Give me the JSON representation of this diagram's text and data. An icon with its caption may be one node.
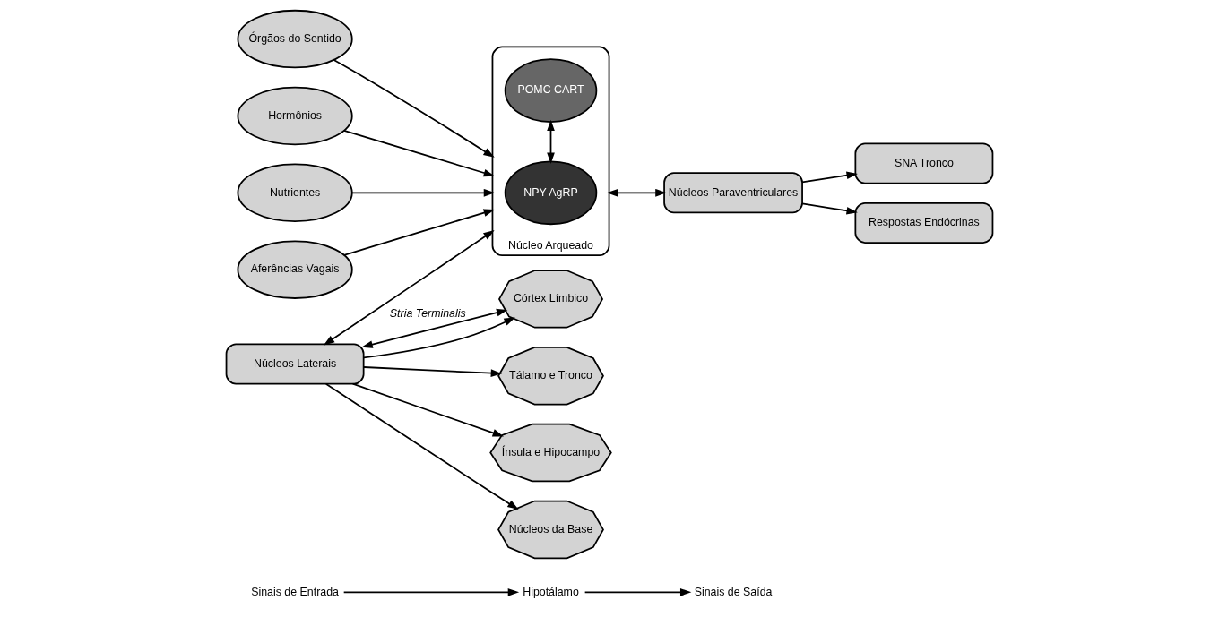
{
  "diagram": {
    "nodes": [
      {
        "text": [
          "Sinais de Entrada"
        ]
      },
      {
        "text": [
          "Hipotálamo"
        ]
      },
      {
        "text": [
          "Sinais de Saída"
        ]
      },
      {
        "text": [
          "Órgãos do Sentido"
        ]
      },
      {
        "text": [
          "Hormônios"
        ]
      },
      {
        "text": [
          "Nutrientes"
        ]
      },
      {
        "text": [
          "Aferências Vagais"
        ]
      },
      {
        "text": [
          "Núcleos Laterais"
        ]
      },
      {
        "text": [
          "Núcleo Arqueado"
        ]
      },
      {
        "text": [
          "NPY AgRP"
        ],
        "in": 8
      },
      {
        "text": [
          "POMC CART"
        ],
        "in": 8
      },
      {
        "text": [
          "Núcleos Paraventriculares"
        ]
      },
      {
        "text": [
          "SNA Tronco"
        ]
      },
      {
        "text": [
          "Respostas Endócrinas"
        ]
      },
      {
        "text": [
          "Córtex Límbico"
        ]
      },
      {
        "text": [
          "Tálamo e Tronco"
        ]
      },
      {
        "text": [
          "Ínsula e Hipocampo"
        ]
      },
      {
        "text": [
          "Núcleos da Base"
        ]
      }
    ],
    "edges": [
      {
        "from": 0,
        "to": 1,
        "arrow": "to"
      },
      {
        "from": 1,
        "to": 2,
        "arrow": "to"
      },
      {
        "from": 3,
        "to": 8,
        "arrow": "to"
      },
      {
        "from": 4,
        "to": 8,
        "arrow": "to"
      },
      {
        "from": 5,
        "to": 8,
        "arrow": "to"
      },
      {
        "from": 6,
        "to": 8,
        "arrow": "to"
      },
      {
        "from": 7,
        "to": 8,
        "arrow": "both"
      },
      {
        "from": 9,
        "to": 10,
        "arrow": "both"
      },
      {
        "from": 8,
        "to": 11,
        "arrow": "both"
      },
      {
        "from": 11,
        "to": 12,
        "arrow": "to"
      },
      {
        "from": 11,
        "to": 13,
        "arrow": "to"
      },
      {
        "from": 7,
        "to": 14,
        "arrow": "both",
        "label": "Stria Terminalis"
      },
      {
        "from": 7,
        "to": 14,
        "arrow": "to"
      },
      {
        "from": 7,
        "to": 15,
        "arrow": "to"
      },
      {
        "from": 7,
        "to": 16,
        "arrow": "to"
      },
      {
        "from": 7,
        "to": 17,
        "arrow": "to"
      }
    ]
  }
}
